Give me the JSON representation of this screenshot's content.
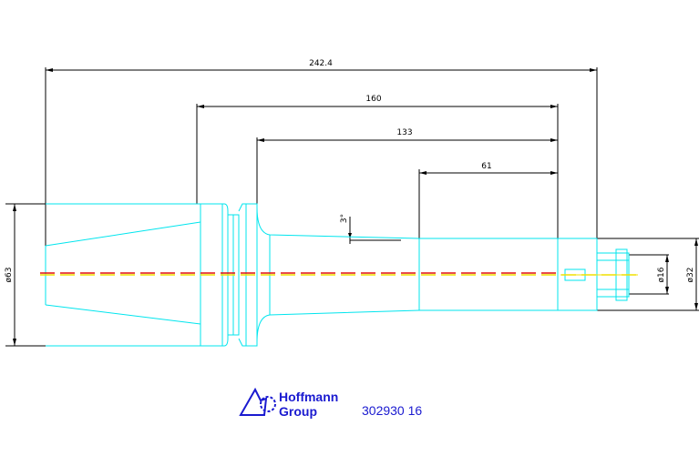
{
  "dimensions": {
    "overall_length": "242.4",
    "length_160": "160",
    "length_133": "133",
    "length_61": "61",
    "angle": "3°",
    "dia_63": "ø63",
    "dia_16": "ø16",
    "dia_32": "ø32"
  },
  "logo": {
    "line1": "Hoffmann",
    "line2": "Group"
  },
  "part_number": "302930 16",
  "colors": {
    "outline": "#00e5ee",
    "dimension": "#000000",
    "centerline_red": "#e01010",
    "centerline_yellow": "#f0e000",
    "brand": "#1a1ad0"
  }
}
